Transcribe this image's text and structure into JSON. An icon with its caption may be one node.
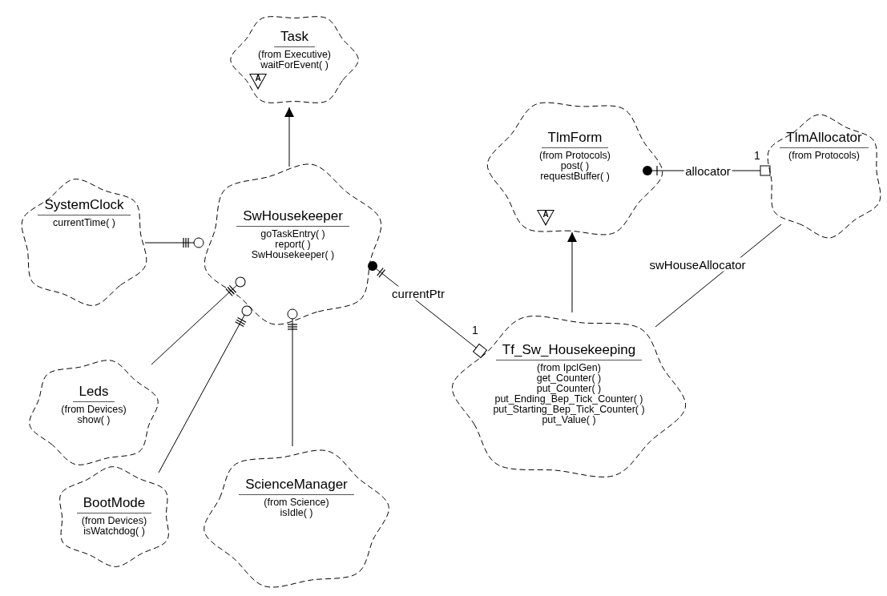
{
  "diagram": {
    "nodes": [
      {
        "text": [
          "Task",
          "(from Executive)",
          "waitForEvent( )"
        ]
      },
      {
        "text": [
          "SystemClock",
          "currentTime( )"
        ]
      },
      {
        "text": [
          "SwHousekeeper",
          "goTaskEntry( )",
          "report( )",
          "SwHousekeeper( )"
        ]
      },
      {
        "text": [
          "TlmForm",
          "(from Protocols)",
          "post( )",
          "requestBuffer( )"
        ]
      },
      {
        "text": [
          "TlmAllocator",
          "(from Protocols)"
        ]
      },
      {
        "text": [
          "Leds",
          "(from Devices)",
          "show( )"
        ]
      },
      {
        "text": [
          "Tf_Sw_Housekeeping",
          "(from IpclGen)",
          "get_Counter( )",
          "put_Counter( )",
          "put_Ending_Bep_Tick_Counter( )",
          "put_Starting_Bep_Tick_Counter( )",
          "put_Value( )"
        ]
      },
      {
        "text": [
          "BootMode",
          "(from Devices)",
          "isWatchdog( )"
        ]
      },
      {
        "text": [
          "ScienceManager",
          "(from Science)",
          "isIdle( )"
        ]
      }
    ],
    "edges": [
      {
        "from": 2,
        "to": 0,
        "arrow": "to"
      },
      {
        "from": 2,
        "to": 1,
        "arrow": "other"
      },
      {
        "from": 2,
        "to": 5,
        "arrow": "other"
      },
      {
        "from": 2,
        "to": 7,
        "arrow": "other"
      },
      {
        "from": 2,
        "to": 8,
        "arrow": "other"
      },
      {
        "from": 2,
        "to": 6,
        "arrow": "other",
        "label": "currentPtr"
      },
      {
        "from": 6,
        "to": 3,
        "arrow": "to"
      },
      {
        "from": 3,
        "to": 4,
        "arrow": "other",
        "label": "allocator"
      },
      {
        "from": 4,
        "to": 6,
        "arrow": "none",
        "label": "swHouseAllocator"
      }
    ],
    "labels": [
      "A",
      "1",
      "A",
      "1"
    ]
  }
}
